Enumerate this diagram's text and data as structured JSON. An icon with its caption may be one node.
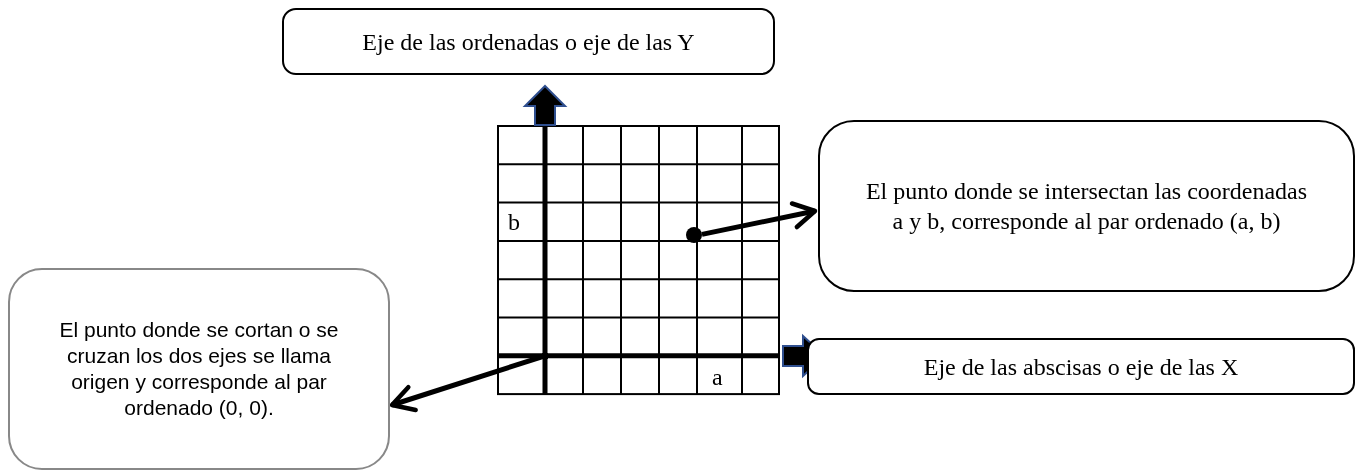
{
  "diagram": {
    "nodes": [
      {
        "text": [
          "Eje de las ordenadas o eje de las Y"
        ]
      },
      {
        "text": [
          "El punto donde se intersectan las coordenadas a y b, corresponde al par ordenado (a, b)"
        ]
      },
      {
        "text": [
          "El punto donde se cortan o se cruzan los dos ejes se llama origen y corresponde al par ordenado (0, 0)."
        ]
      },
      {
        "text": [
          "Eje de las abscisas o eje de las X"
        ]
      },
      {
        "text": [],
        "shape": "circle"
      },
      {
        "text": [],
        "shape": "point"
      }
    ],
    "edges": [
      {
        "from": 4,
        "to": 1,
        "arrow": "to"
      },
      {
        "from": 5,
        "to": 2,
        "arrow": "to"
      }
    ],
    "labels": [
      "b",
      "a"
    ]
  }
}
